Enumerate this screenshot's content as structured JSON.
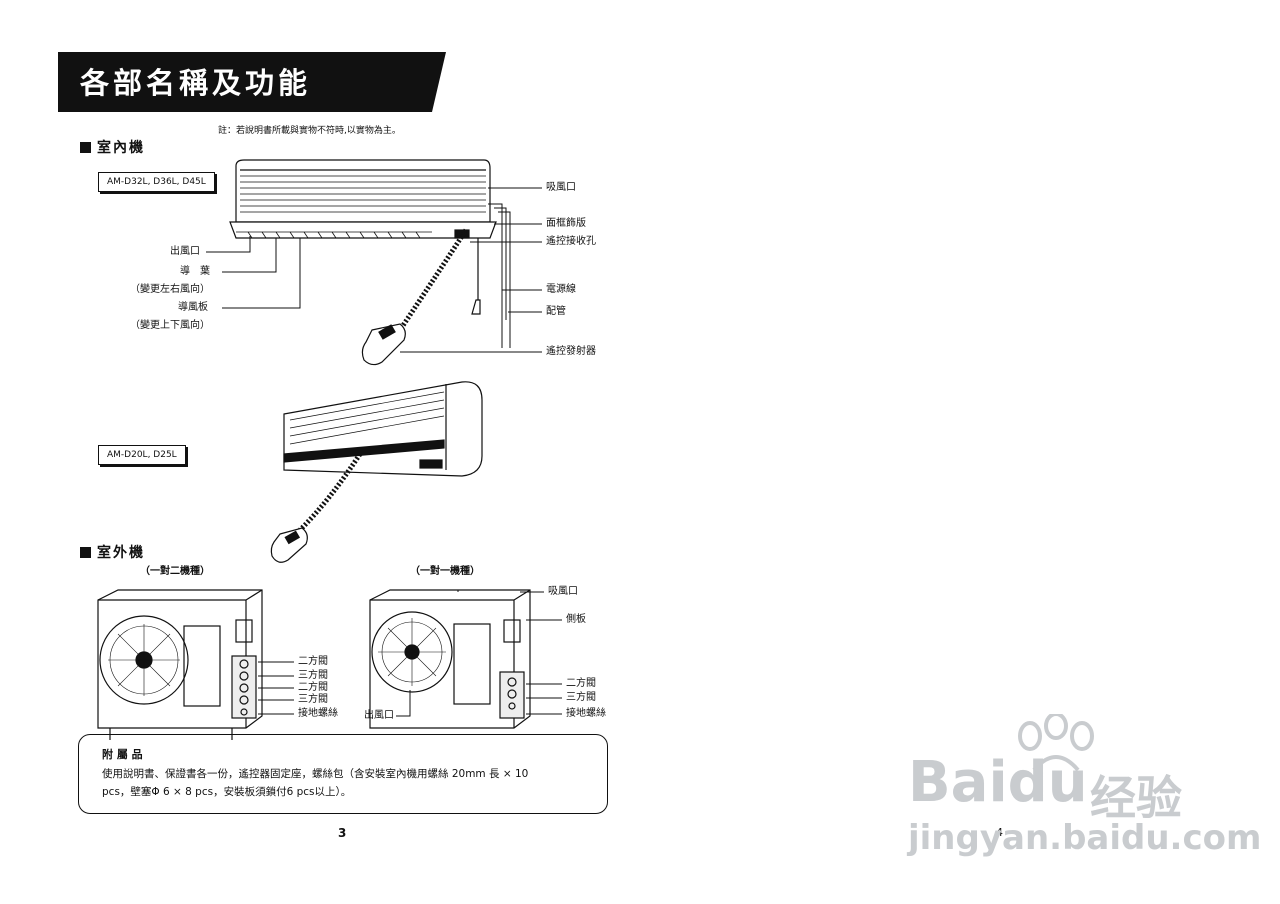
{
  "page": {
    "title": "各部名稱及功能",
    "note": "註：若說明書所載與實物不符時,以實物為主。",
    "indoor": {
      "heading": "室內機",
      "model_a": "AM-D32L, D36L, D45L",
      "model_b": "AM-D20L, D25L",
      "labels": {
        "intake": "吸風口",
        "front_panel": "面框飾版",
        "remote_receiver": "遙控接收孔",
        "power_cord": "電源線",
        "piping": "配管",
        "remote": "遙控發射器",
        "outlet": "出風口",
        "guide_vane": "導　葉",
        "guide_vane_note": "（變更左右風向）",
        "guide_plate": "導風板",
        "guide_plate_note": "（變更上下風向）"
      }
    },
    "outdoor": {
      "heading": "室外機",
      "type_left": "（一對二機種）",
      "type_right": "（一對一機種）",
      "left_labels": [
        "二方閥",
        "三方閥",
        "二方閥",
        "三方閥",
        "接地螺絲"
      ],
      "right_labels": {
        "intake": "吸風口",
        "side_panel": "側板",
        "two_way": "二方閥",
        "three_way": "三方閥",
        "ground": "接地螺絲",
        "outlet": "出風口"
      }
    },
    "accessories": {
      "title": "附 屬 品",
      "line1": "使用說明書、保證書各一份，遙控器固定座，螺絲包（含安裝室內機用螺絲 20mm 長 × 10",
      "line2": "pcs，壁塞Φ 6 × 8 pcs，安裝板須鎖付6 pcs以上）。"
    },
    "page_left": "3",
    "page_right": "4"
  },
  "watermark": {
    "brand_latin": "Baidu",
    "brand_cn": "经验",
    "url": "jingyan.baidu.com"
  }
}
